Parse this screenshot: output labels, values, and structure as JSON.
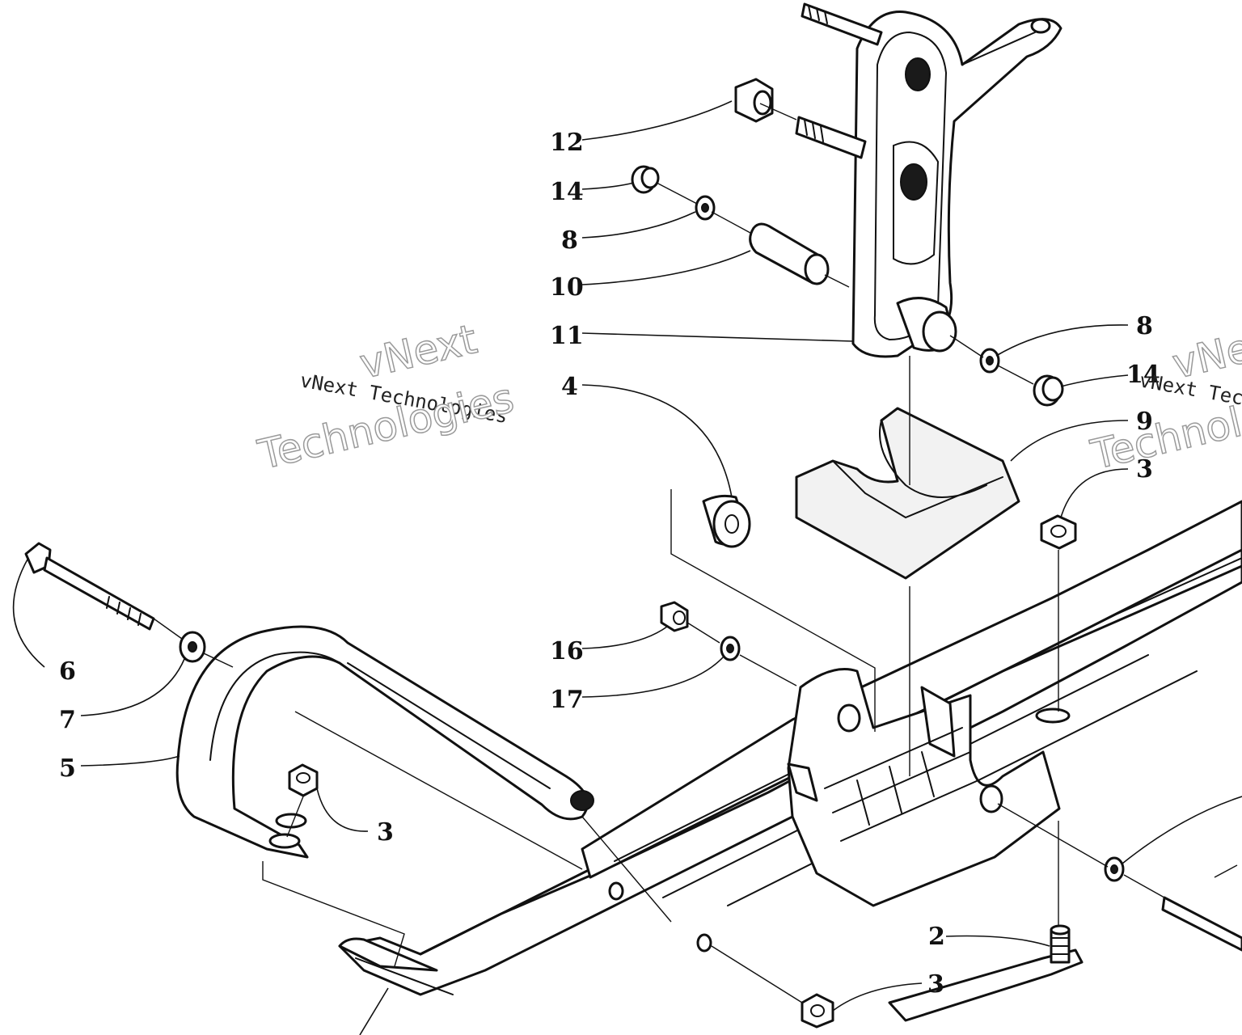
{
  "watermark": {
    "small_text": "vNext Technologies",
    "big_line1": "vNext",
    "big_line2": "Technologies"
  },
  "callouts": [
    {
      "id": "c12",
      "label": "12"
    },
    {
      "id": "c14a",
      "label": "14"
    },
    {
      "id": "c8a",
      "label": "8"
    },
    {
      "id": "c10",
      "label": "10"
    },
    {
      "id": "c11",
      "label": "11"
    },
    {
      "id": "c4",
      "label": "4"
    },
    {
      "id": "c8b",
      "label": "8"
    },
    {
      "id": "c14b",
      "label": "14"
    },
    {
      "id": "c9",
      "label": "9"
    },
    {
      "id": "c3a",
      "label": "3"
    },
    {
      "id": "c16",
      "label": "16"
    },
    {
      "id": "c17",
      "label": "17"
    },
    {
      "id": "c6",
      "label": "6"
    },
    {
      "id": "c7",
      "label": "7"
    },
    {
      "id": "c5",
      "label": "5"
    },
    {
      "id": "c3b",
      "label": "3"
    },
    {
      "id": "c2",
      "label": "2"
    },
    {
      "id": "c3c",
      "label": "3"
    }
  ]
}
